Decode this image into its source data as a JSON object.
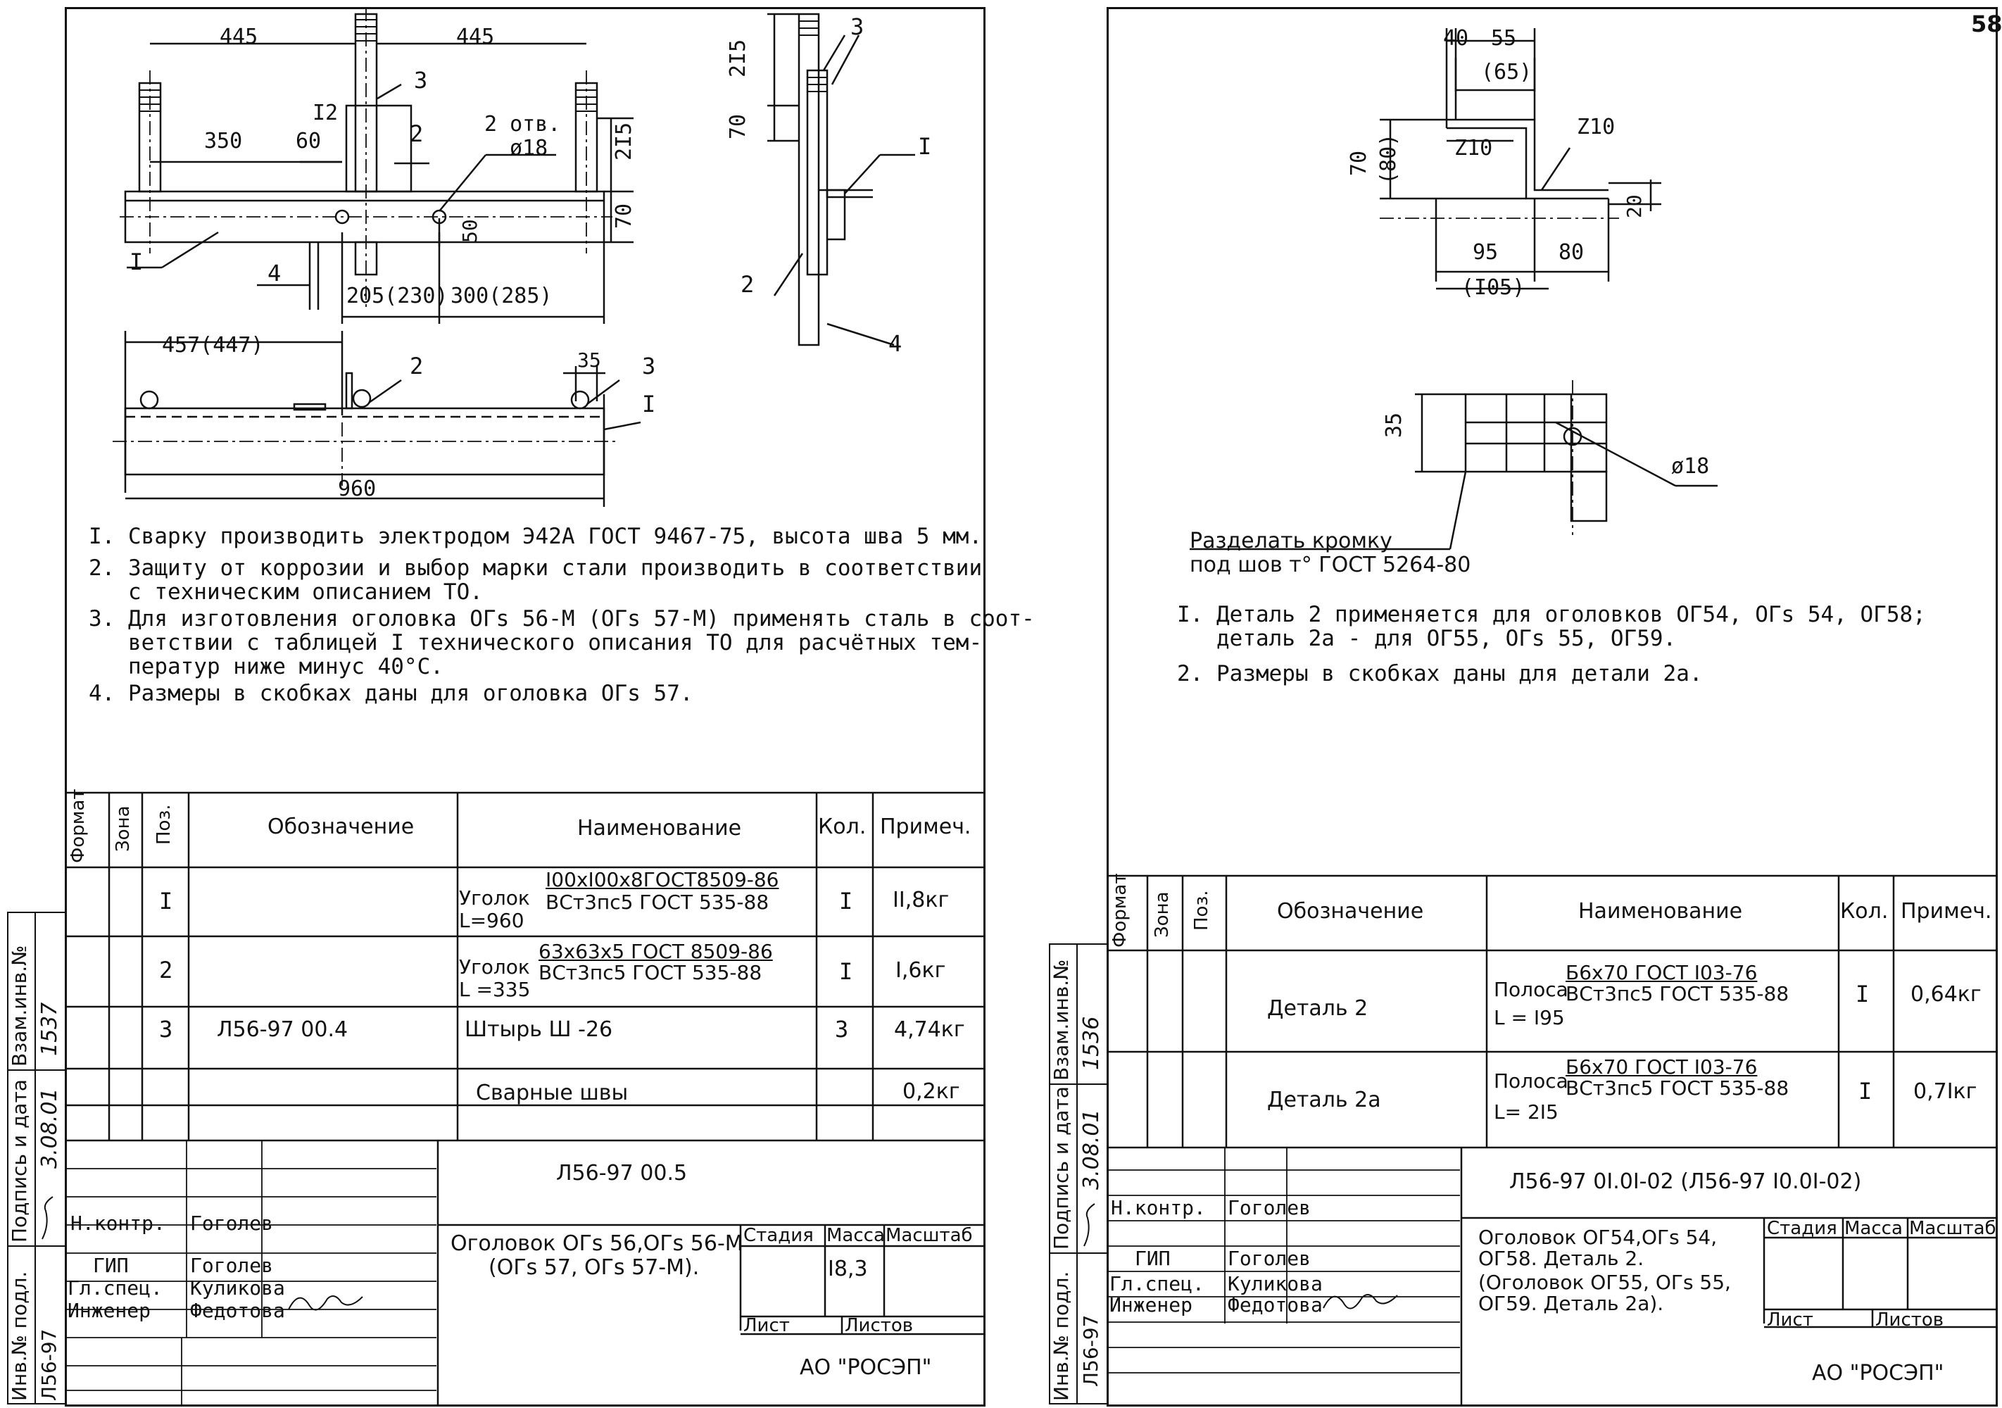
{
  "left": {
    "dims": {
      "d445a": "445",
      "d445b": "445",
      "d12": "I2",
      "d350": "350",
      "d60": "60",
      "d215": "2I5",
      "d70": "70",
      "d50": "50",
      "d205": "205(230)",
      "d300": "300(285)",
      "d457": "457(447)",
      "d35": "35",
      "d960": "960",
      "d215b": "2I5",
      "d70b": "70"
    },
    "callouts": {
      "p1": "I",
      "p2": "2",
      "p3": "3",
      "p4": "4",
      "holes_label": "2 отв.",
      "holes_dia": "ø18",
      "plan_p2": "2",
      "plan_p3": "3",
      "plan_p1": "I",
      "side_p3": "3",
      "side_p1": "I",
      "side_p2": "2",
      "side_p4": "4"
    },
    "notes": [
      "I. Сварку производить электродом Э42А ГОСТ 9467-75, высота шва 5 мм.",
      "2. Защиту от коррозии и выбор марки стали производить в соответствии\n   с техническим описанием ТО.",
      "3. Для изготовления оголовка ОГs 56-М (ОГs 57-М) применять сталь в соот-\n   ветствии с таблицей I технического описания ТО для расчётных тем-\n   ператур ниже минус 40°С.",
      "4. Размеры в скобках даны для оголовка ОГs 57."
    ],
    "spec": {
      "headers": {
        "format": "Формат",
        "zone": "Зона",
        "pos": "Поз.",
        "designation": "Обозначение",
        "name": "Наименование",
        "qty": "Кол.",
        "note": "Примеч."
      },
      "rows": [
        {
          "pos": "I",
          "designation": "",
          "name_main": "Уголок",
          "name_top": "I00xI00x8ГОСТ8509-86",
          "name_bottom": "ВСт3пс5 ГОСТ 535-88",
          "name_len": "L=960",
          "qty": "I",
          "note": "II,8кг"
        },
        {
          "pos": "2",
          "designation": "",
          "name_main": "Уголок",
          "name_top": "63x63x5 ГОСТ 8509-86",
          "name_bottom": "ВСт3пс5 ГОСТ 535-88",
          "name_len": "L =335",
          "qty": "I",
          "note": "I,6кг"
        },
        {
          "pos": "3",
          "designation": "Л56-97 00.4",
          "name_main": "Штырь Ш -26",
          "name_top": "",
          "name_bottom": "",
          "name_len": "",
          "qty": "3",
          "note": "4,74кг"
        },
        {
          "pos": "",
          "designation": "",
          "name_main": "Сварные швы",
          "name_top": "",
          "name_bottom": "",
          "name_len": "",
          "qty": "",
          "note": "0,2кг"
        }
      ]
    },
    "title": {
      "doc_code": "Л56-97 00.5",
      "name": "Оголовок ОГs 56,ОГs 56-М",
      "name2": "(ОГs 57, ОГs 57-М).",
      "stage": "Стадия",
      "mass": "Масса",
      "scale": "Масштаб",
      "mass_value": "I8,3",
      "sheet": "Лист",
      "sheets": "Листов",
      "org": "АО \"РОСЭП\"",
      "roles": [
        "Н.контр.",
        "ГИП",
        "Гл.спец.",
        "Инженер"
      ],
      "people": [
        "Гоголев",
        "Гоголев",
        "Куликова",
        "Федотова"
      ]
    },
    "side_stamp": {
      "inv_podl": "Инв.№ подл.",
      "code": "Л56-97",
      "podpis": "Подпись и дата",
      "date": "3.08.01",
      "vzam": "Взам.инв.№",
      "vzam_no": "1537"
    }
  },
  "right": {
    "page_no": "58",
    "dims": {
      "d40": "40",
      "d55": "55",
      "d65": "(65)",
      "d70": "70",
      "d80v": "(80)",
      "z10a": "Z10",
      "z10b": "Z10",
      "d20": "20",
      "d95": "95",
      "d80": "80",
      "d105": "(I05)",
      "d35": "35",
      "dia": "ø18"
    },
    "edge_note_1": "Разделать  кромку",
    "edge_note_2": "под шов т° ГОСТ 5264-80",
    "notes": [
      "I. Деталь 2 применяется для оголовков ОГ54, ОГs 54, ОГ58;\n   деталь 2а - для ОГ55, ОГs 55, ОГ59.",
      "2. Размеры в скобках даны для детали 2а."
    ],
    "spec": {
      "headers": {
        "format": "Формат",
        "zone": "Зона",
        "pos": "Поз.",
        "designation": "Обозначение",
        "name": "Наименование",
        "qty": "Кол.",
        "note": "Примеч."
      },
      "rows": [
        {
          "designation": "Деталь 2",
          "name_main": "Полоса",
          "name_top": "Б6x70 ГОСТ I03-76",
          "name_bottom": "ВСт3пс5 ГОСТ 535-88",
          "name_len": "L = I95",
          "qty": "I",
          "note": "0,64кг"
        },
        {
          "designation": "Деталь 2а",
          "name_main": "Полоса",
          "name_top": "Б6x70 ГОСТ I03-76",
          "name_bottom": "ВСт3пс5 ГОСТ 535-88",
          "name_len": "L= 2I5",
          "qty": "I",
          "note": "0,7Iкг"
        }
      ]
    },
    "title": {
      "doc_code": "Л56-97 0I.0I-02 (Л56-97 I0.0I-02)",
      "name1": "Оголовок ОГ54,ОГs 54,",
      "name2": "ОГ58. Деталь 2.",
      "name3": "(Оголовок ОГ55, ОГs 55,",
      "name4": "ОГ59. Деталь 2а).",
      "stage": "Стадия",
      "mass": "Масса",
      "scale": "Масштаб",
      "sheet": "Лист",
      "sheets": "Листов",
      "org": "АО \"РОСЭП\"",
      "roles": [
        "Н.контр.",
        "ГИП",
        "Гл.спец.",
        "Инженер"
      ],
      "people": [
        "Гоголев",
        "Гоголев",
        "Куликова",
        "Федотова"
      ]
    },
    "side_stamp": {
      "inv_podl": "Инв.№ подл.",
      "code": "Л56-97",
      "podpis": "Подпись и дата",
      "date": "3.08.01",
      "vzam": "Взам.инв.№",
      "vzam_no": "1536"
    }
  }
}
